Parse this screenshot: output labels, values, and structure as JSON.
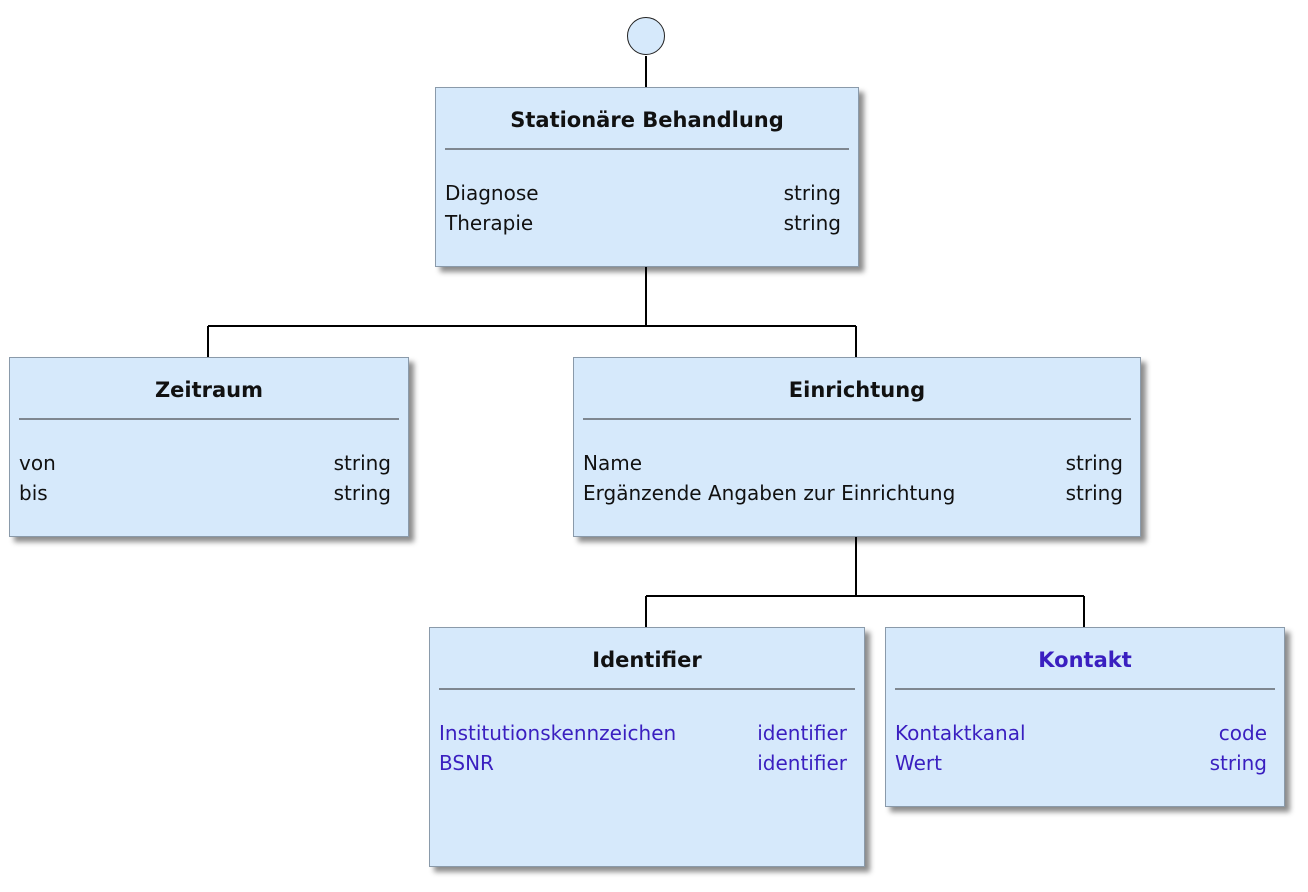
{
  "colors": {
    "box_fill": "#d6e9fb",
    "link_color": "#3a1fc0",
    "text": "#111111"
  },
  "boxes": {
    "stationaere": {
      "title": "Stationäre Behandlung",
      "attributes": [
        {
          "name": "Diagnose",
          "type": "string"
        },
        {
          "name": "Therapie",
          "type": "string"
        }
      ]
    },
    "zeitraum": {
      "title": "Zeitraum",
      "attributes": [
        {
          "name": "von",
          "type": "string"
        },
        {
          "name": "bis",
          "type": "string"
        }
      ]
    },
    "einrichtung": {
      "title": "Einrichtung",
      "attributes": [
        {
          "name": "Name",
          "type": "string"
        },
        {
          "name": "Ergänzende Angaben zur Einrichtung",
          "type": "string"
        }
      ]
    },
    "identifier": {
      "title": "Identifier",
      "attributes": [
        {
          "name": "Institutionskennzeichen",
          "type": "identifier"
        },
        {
          "name": "BSNR",
          "type": "identifier"
        }
      ]
    },
    "kontakt": {
      "title": "Kontakt",
      "attributes": [
        {
          "name": "Kontaktkanal",
          "type": "code"
        },
        {
          "name": "Wert",
          "type": "string"
        }
      ]
    }
  }
}
